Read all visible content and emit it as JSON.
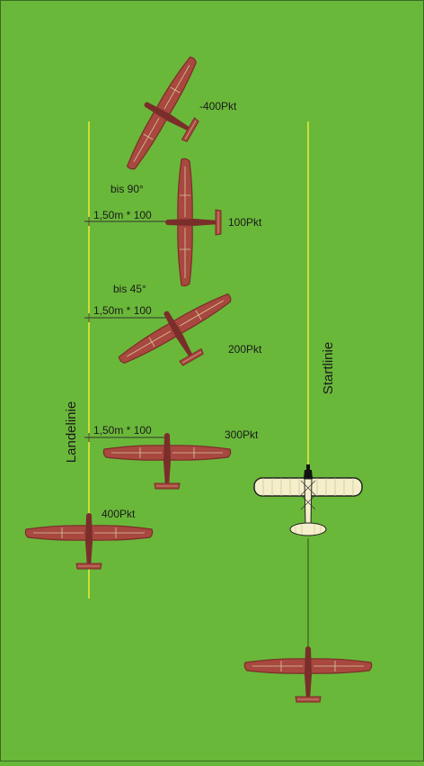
{
  "colors": {
    "field": "#6ab83a",
    "line": "#e8ec3a",
    "glider_body": "#7a2e2a",
    "glider_wing": "#a8483f",
    "glider_edge": "#d9c9a0",
    "towplane_wing": "#f4eecb",
    "towplane_outline": "#222222",
    "text": "#1a1a1a"
  },
  "labels": {
    "landing_line": "Landelinie",
    "start_line": "Startlinie",
    "angle_90": "bis 90°",
    "angle_45": "bis 45°",
    "distance": "1,50m * 100"
  },
  "scores": {
    "minus400": "-400Pkt",
    "p100": "100Pkt",
    "p200": "200Pkt",
    "p300": "300Pkt",
    "p400": "400Pkt"
  },
  "icons": {
    "glider": "glider-topview-icon",
    "towplane": "towplane-topview-icon"
  }
}
